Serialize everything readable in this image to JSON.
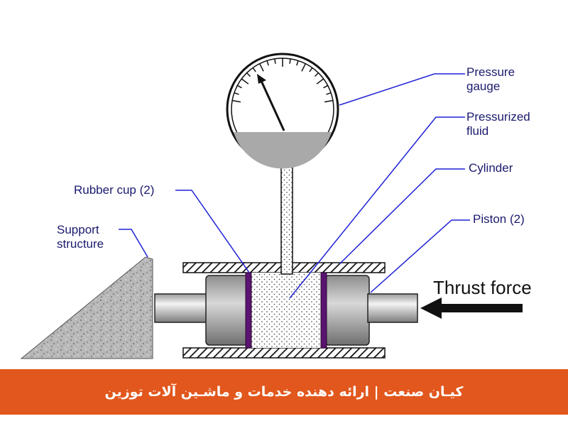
{
  "labels": {
    "pressure_gauge": [
      "Pressure",
      "gauge"
    ],
    "pressurized_fluid": [
      "Pressurized",
      "fluid"
    ],
    "cylinder": "Cylinder",
    "rubber_cup": "Rubber cup  (2)",
    "piston": "Piston (2)",
    "support_structure": [
      "Support",
      "structure"
    ],
    "thrust_force": "Thrust force"
  },
  "footer": {
    "text": "کیـان صنعت | ارائه دهنده خدمات و ماشـین آلات توزین"
  },
  "colors": {
    "label_text": "#1a1a6e",
    "leader_line": "#1e22d6",
    "footer_bg": "#e2571d",
    "fluid": "#a9a9a9",
    "rubber_cup": "#5a1470"
  }
}
